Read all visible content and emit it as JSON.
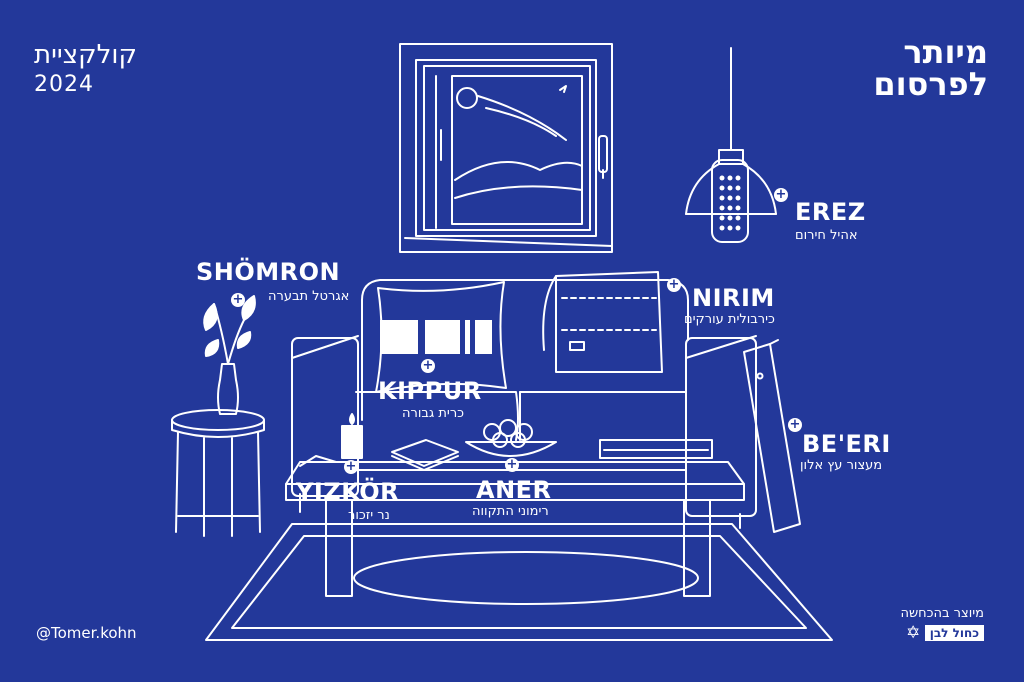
{
  "collection": {
    "title": "קולקציית",
    "year": "2024"
  },
  "brand": {
    "line1": "מיותר",
    "line2": "לפרסום"
  },
  "items": {
    "erez": {
      "name": "EREZ",
      "sub": "אהיל חירום"
    },
    "nirim": {
      "name": "NIRIM",
      "sub": "כירבולית עורקים"
    },
    "shomron": {
      "name": "SHÖMRON",
      "sub": "אגרטל תבערה"
    },
    "kippur": {
      "name": "KIPPUR",
      "sub": "כרית גבורה"
    },
    "beeri": {
      "name": "BE'ERI",
      "sub": "מעצור עץ אלון"
    },
    "yizkor": {
      "name": "YIZKÖR",
      "sub": "נר יזכור"
    },
    "aner": {
      "name": "ANER",
      "sub": "רימוני התקווה"
    }
  },
  "footer": {
    "handle": "@Tomer.kohn",
    "produced": "מיוצר בהכחשה",
    "badge": "כחול לבן",
    "star_icon": "✡"
  },
  "plus_icon": "+",
  "colors": {
    "background": "#23389a",
    "line": "#ffffff"
  }
}
